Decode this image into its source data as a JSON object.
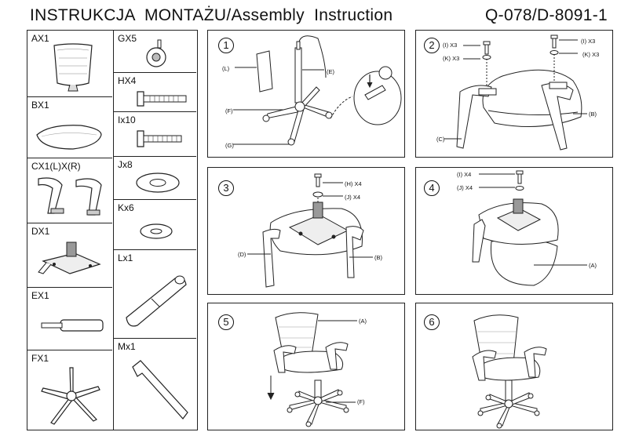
{
  "header": {
    "title": "INSTRUKCJA  MONTAŻU/Assembly  Instruction",
    "model": "Q-078/D-8091-1"
  },
  "parts_left": [
    {
      "label": "AX1",
      "icon": "backrest-icon"
    },
    {
      "label": "BX1",
      "icon": "seat-icon"
    },
    {
      "label": "CX1(L)X(R)",
      "icon": "armrests-icon"
    },
    {
      "label": "DX1",
      "icon": "mechanism-icon"
    },
    {
      "label": "EX1",
      "icon": "gas-lift-icon"
    },
    {
      "label": "FX1",
      "icon": "base-icon"
    }
  ],
  "parts_right": [
    {
      "label": "GX5",
      "icon": "caster-icon"
    },
    {
      "label": "HX4",
      "icon": "bolt-icon"
    },
    {
      "label": "Ix10",
      "icon": "screw-icon"
    },
    {
      "label": "Jx8",
      "icon": "washer-icon"
    },
    {
      "label": "Kx6",
      "icon": "small-washer-icon"
    },
    {
      "label": "Lx1",
      "icon": "cover-icon"
    },
    {
      "label": "Mx1",
      "icon": "allen-key-icon"
    }
  ],
  "steps": [
    {
      "number": "1",
      "callouts": [
        "(L)",
        "(E)",
        "(F)",
        "(G)"
      ]
    },
    {
      "number": "2",
      "callouts": [
        "(I) X3",
        "(I) X3",
        "(K) X3",
        "(K) X3",
        "(B)",
        "(C)"
      ]
    },
    {
      "number": "3",
      "callouts": [
        "(H) X4",
        "(J) X4",
        "(D)",
        "(B)"
      ]
    },
    {
      "number": "4",
      "callouts": [
        "(I) X4",
        "(J) X4",
        "(A)"
      ]
    },
    {
      "number": "5",
      "callouts": [
        "(A)",
        "(F)"
      ]
    },
    {
      "number": "6",
      "callouts": []
    }
  ]
}
